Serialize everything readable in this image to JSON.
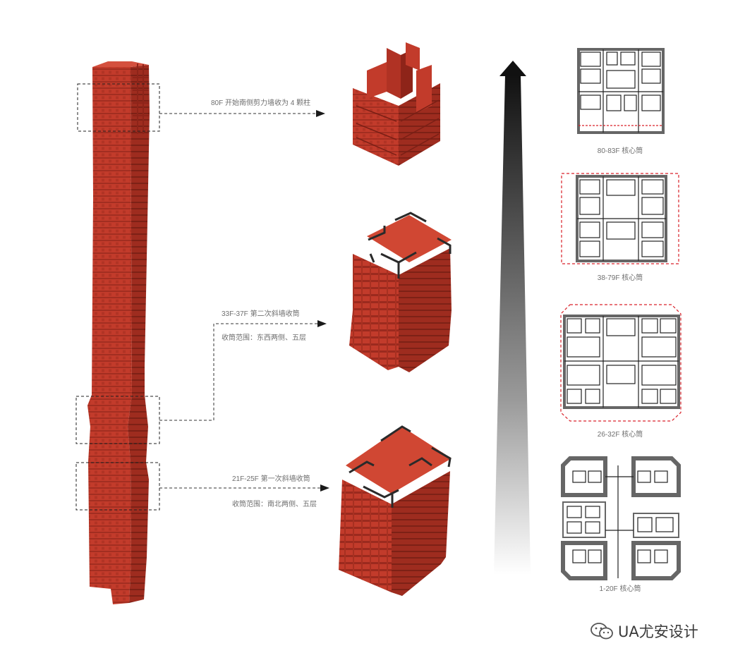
{
  "annotations": {
    "top": "80F 开始南侧剪力墙收为 4 颗柱",
    "middle_title": "33F-37F 第二次斜墙收筒",
    "middle_range": "收筒范围：东西两侧、五层",
    "bottom_title": "21F-25F 第一次斜墙收筒",
    "bottom_range": "收筒范围：南北两侧、五层"
  },
  "plans": [
    {
      "label": "80-83F 核心筒"
    },
    {
      "label": "38-79F 核心筒"
    },
    {
      "label": "26-32F 核心筒"
    },
    {
      "label": "1-20F 核心筒"
    }
  ],
  "watermark": {
    "text": "UA尤安设计"
  },
  "colors": {
    "structure": "#c23b2b",
    "structure_dark": "#8e2419",
    "plan_wall": "#666666",
    "highlight": "#d9222a"
  }
}
